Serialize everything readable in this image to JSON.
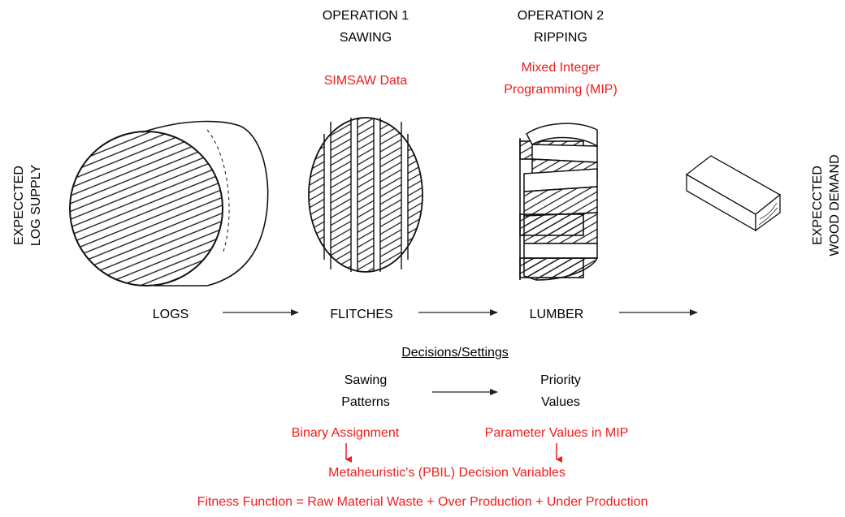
{
  "left_label": [
    "EXPECCTED",
    "LOG SUPPLY"
  ],
  "right_label": [
    "EXPECCTED",
    "WOOD DEMAND"
  ],
  "operations": [
    {
      "title": "OPERATION 1",
      "name": "SAWING",
      "method": "SIMSAW Data"
    },
    {
      "title": "OPERATION 2",
      "name": "RIPPING",
      "method_line1": "Mixed Integer",
      "method_line2": "Programming (MIP)"
    }
  ],
  "flow": {
    "logs": "LOGS",
    "flitches": "FLITCHES",
    "lumber": "LUMBER"
  },
  "decisions": {
    "heading": "Decisions/Settings",
    "left_line1": "Sawing",
    "left_line2": "Patterns",
    "right_line1": "Priority",
    "right_line2": "Values",
    "left_encoding": "Binary Assignment",
    "right_encoding": "Parameter Values in MIP",
    "variables": "Metaheuristic's (PBIL) Decision Variables"
  },
  "fitness": "Fitness Function = Raw Material Waste + Over Production + Under Production",
  "colors": {
    "accent": "#ee1c1c",
    "ink": "#000000"
  }
}
